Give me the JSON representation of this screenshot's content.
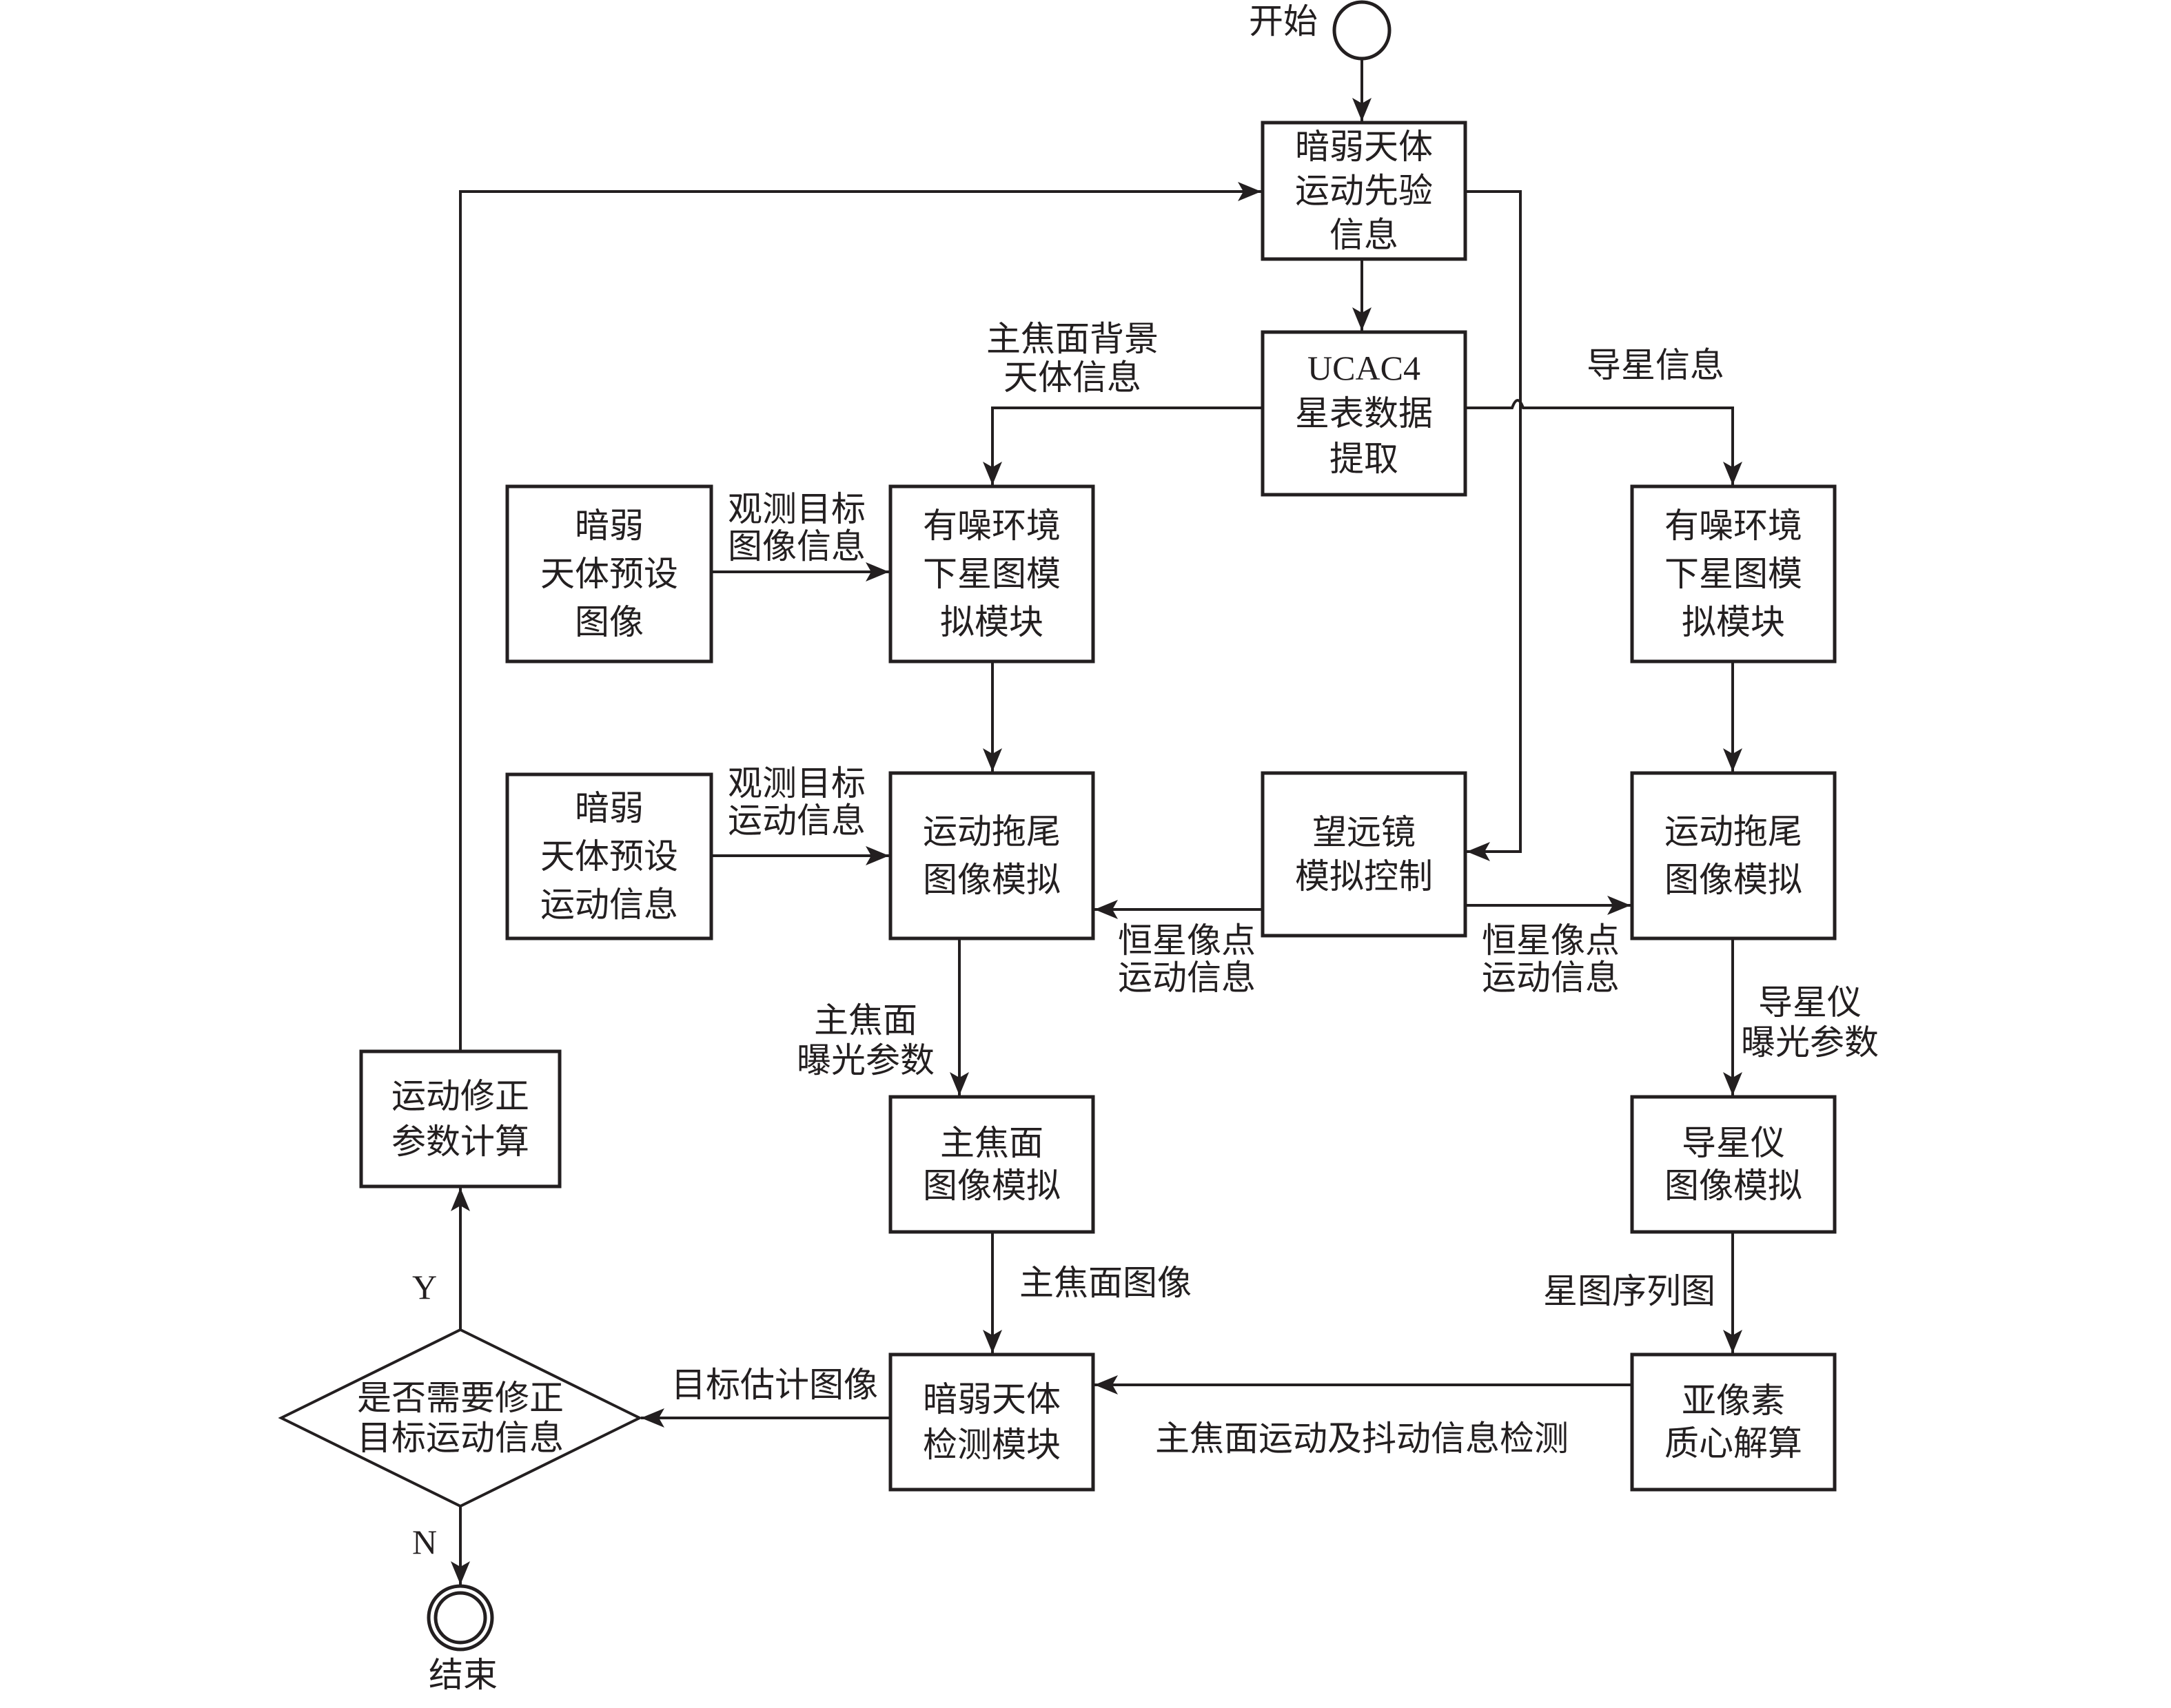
{
  "diagram": {
    "type": "flowchart",
    "colors": {
      "stroke": "#231f20",
      "fill": "#ffffff",
      "text": "#231f20"
    },
    "terminals": {
      "start": {
        "label": "开始"
      },
      "end": {
        "label": "结束"
      }
    },
    "nodes": {
      "prior_info": {
        "lines": [
          "暗弱天体",
          "运动先验",
          "信息"
        ]
      },
      "ucac4": {
        "lines": [
          "UCAC4",
          "星表数据",
          "提取"
        ]
      },
      "preset_image": {
        "lines": [
          "暗弱",
          "天体预设",
          "图像"
        ]
      },
      "noisy_sim_left": {
        "lines": [
          "有噪环境",
          "下星图模",
          "拟模块"
        ]
      },
      "noisy_sim_right": {
        "lines": [
          "有噪环境",
          "下星图模",
          "拟模块"
        ]
      },
      "preset_motion": {
        "lines": [
          "暗弱",
          "天体预设",
          "运动信息"
        ]
      },
      "trail_sim_left": {
        "lines": [
          "运动拖尾",
          "图像模拟"
        ]
      },
      "telescope_ctrl": {
        "lines": [
          "望远镜",
          "模拟控制"
        ]
      },
      "trail_sim_right": {
        "lines": [
          "运动拖尾",
          "图像模拟"
        ]
      },
      "correction_calc": {
        "lines": [
          "运动修正",
          "参数计算"
        ]
      },
      "main_focal_sim": {
        "lines": [
          "主焦面",
          "图像模拟"
        ]
      },
      "guide_sim": {
        "lines": [
          "导星仪",
          "图像模拟"
        ]
      },
      "detection_module": {
        "lines": [
          "暗弱天体",
          "检测模块"
        ]
      },
      "centroid": {
        "lines": [
          "亚像素",
          "质心解算"
        ]
      },
      "decision": {
        "lines": [
          "是否需要修正",
          "目标运动信息"
        ]
      }
    },
    "edge_labels": {
      "bg_info": [
        "主焦面背景",
        "天体信息"
      ],
      "guide_star_info": [
        "导星信息"
      ],
      "obs_image_info": [
        "观测目标",
        "图像信息"
      ],
      "obs_motion_info": [
        "观测目标",
        "运动信息"
      ],
      "star_motion_left": [
        "恒星像点",
        "运动信息"
      ],
      "star_motion_right": [
        "恒星像点",
        "运动信息"
      ],
      "main_exposure": [
        "主焦面",
        "曝光参数"
      ],
      "guide_exposure": [
        "导星仪",
        "曝光参数"
      ],
      "main_image": [
        "主焦面图像"
      ],
      "star_sequence": [
        "星图序列图"
      ],
      "target_estimate": [
        "目标估计图像"
      ],
      "jitter_detect": [
        "主焦面运动及抖动信息检测"
      ],
      "yes": [
        "Y"
      ],
      "no": [
        "N"
      ]
    }
  }
}
